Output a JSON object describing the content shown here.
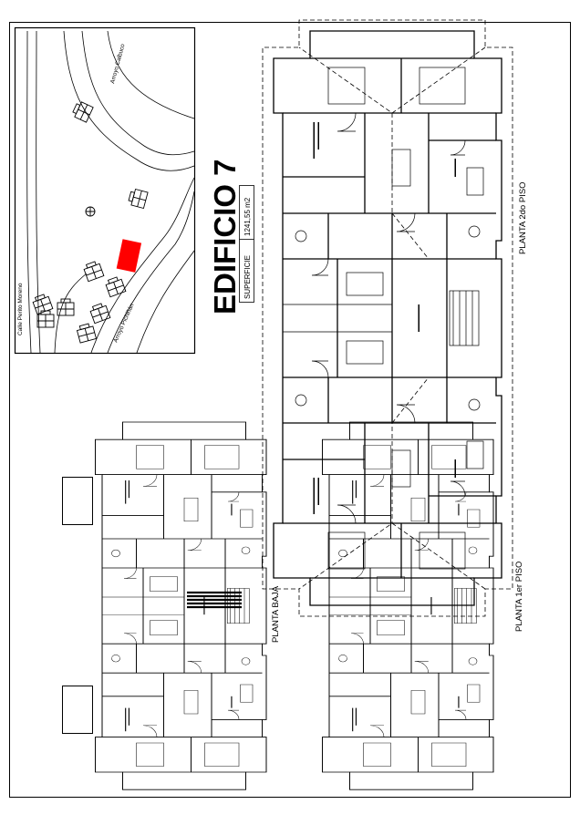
{
  "building": {
    "title": "EDIFICIO 7",
    "surface_label": "SUPERFICIE",
    "surface_value": "1241,55 m2"
  },
  "site_map": {
    "streets": [
      "Calle Perito Moreno",
      "Arroyo Calbuco",
      "Arroyo Pichiñán"
    ],
    "highlight_color": "#ff0000"
  },
  "plans": [
    {
      "label": "PLANTA 2do PISO"
    },
    {
      "label": "PLANTA BAJA"
    },
    {
      "label": "PLANTA 1er PISO"
    }
  ]
}
